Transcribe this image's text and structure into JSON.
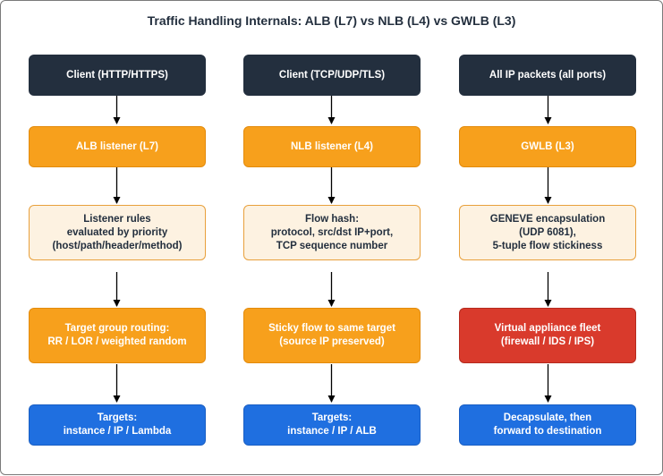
{
  "title": "Traffic Handling Internals: ALB (L7) vs NLB (L4) vs GWLB (L3)",
  "columns": [
    {
      "steps": [
        "Client (HTTP/HTTPS)",
        "ALB listener (L7)",
        "Listener rules\nevaluated by priority\n(host/path/header/method)",
        "Target group routing:\nRR / LOR / weighted random",
        "Targets:\ninstance / IP / Lambda"
      ]
    },
    {
      "steps": [
        "Client (TCP/UDP/TLS)",
        "NLB listener (L4)",
        "Flow hash:\nprotocol, src/dst IP+port,\nTCP sequence number",
        "Sticky flow to same target\n(source IP preserved)",
        "Targets:\ninstance / IP / ALB"
      ]
    },
    {
      "steps": [
        "All IP packets (all ports)",
        "GWLB (L3)",
        "GENEVE encapsulation\n(UDP 6081),\n5-tuple flow stickiness",
        "Virtual appliance fleet\n(firewall / IDS / IPS)",
        "Decapsulate, then\nforward to destination"
      ]
    }
  ],
  "colors": {
    "dark": "#232f3e",
    "orange": "#f7a01c",
    "cream": "#fdf2e1",
    "red": "#d93a2c",
    "blue": "#1f6fe0",
    "arrow": "#000000"
  }
}
